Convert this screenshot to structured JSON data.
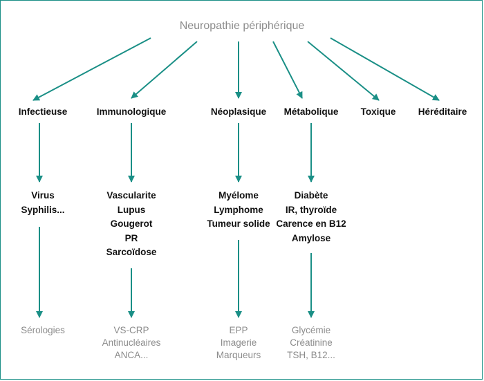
{
  "root": "Neuropathie périphérique",
  "categories": [
    "Infectieuse",
    "Immunologique",
    "Néoplasique",
    "Métabolique",
    "Toxique",
    "Héréditaire"
  ],
  "causes": {
    "infectieuse": [
      "Virus",
      "Syphilis..."
    ],
    "immunologique": [
      "Vascularite",
      "Lupus",
      "Gougerot",
      "PR",
      "Sarcoïdose"
    ],
    "neoplasique": [
      "Myélome",
      "Lymphome",
      "Tumeur solide"
    ],
    "metabolique": [
      "Diabète",
      "IR, thyroïde",
      "Carence en B12",
      "Amylose"
    ]
  },
  "examens": {
    "infectieuse": [
      "Sérologies"
    ],
    "immunologique": [
      "VS-CRP",
      "Antinucléaires",
      "ANCA..."
    ],
    "neoplasique": [
      "EPP",
      "Imagerie",
      "Marqueurs"
    ],
    "metabolique": [
      "Glycémie",
      "Créatinine",
      "TSH, B12..."
    ]
  },
  "colors": {
    "arrow": "#1a8f86",
    "text": "#111111",
    "muted": "#8c8c8c"
  }
}
